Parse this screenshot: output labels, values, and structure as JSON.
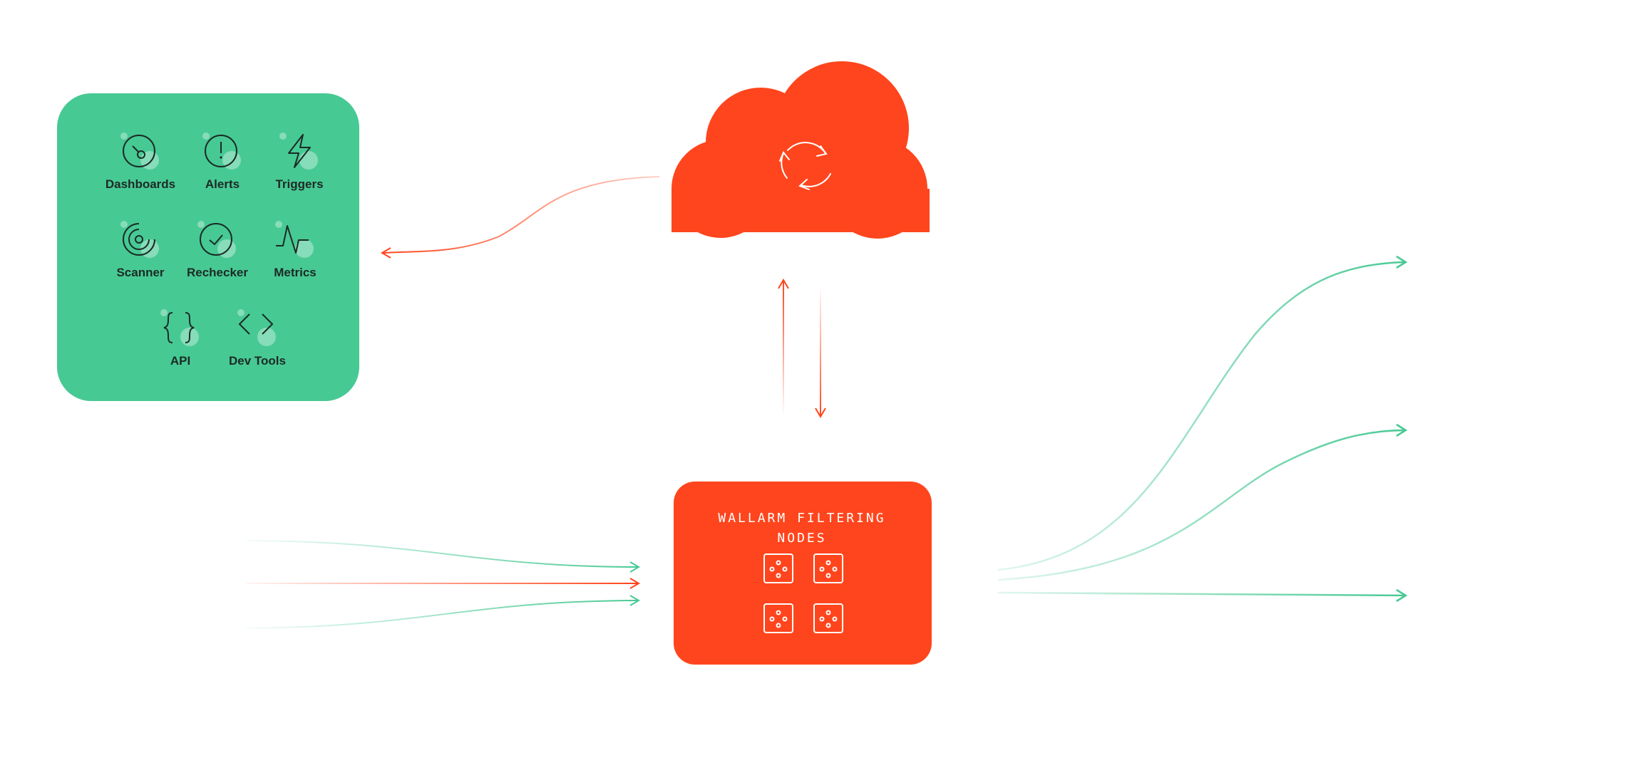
{
  "colors": {
    "green": "#47c994",
    "orange": "#ff451d",
    "ink": "#1c2a25",
    "white": "#ffffff"
  },
  "console": {
    "tools": [
      {
        "label": "Dashboards",
        "icon": "dashboard-gauge-icon"
      },
      {
        "label": "Alerts",
        "icon": "alert-clock-icon"
      },
      {
        "label": "Triggers",
        "icon": "lightning-bolt-icon"
      },
      {
        "label": "Scanner",
        "icon": "scanner-target-icon"
      },
      {
        "label": "Rechecker",
        "icon": "check-circle-icon"
      },
      {
        "label": "Metrics",
        "icon": "metrics-pulse-icon"
      },
      {
        "label": "API",
        "icon": "curly-braces-icon"
      },
      {
        "label": "Dev Tools",
        "icon": "code-brackets-icon"
      }
    ]
  },
  "cloud": {
    "icon": "refresh-cycle-icon"
  },
  "nodes": {
    "title_line1": "WALLARM FILTERING",
    "title_line2": "NODES",
    "node_count": 4,
    "node_icon": "dice-node-icon"
  }
}
